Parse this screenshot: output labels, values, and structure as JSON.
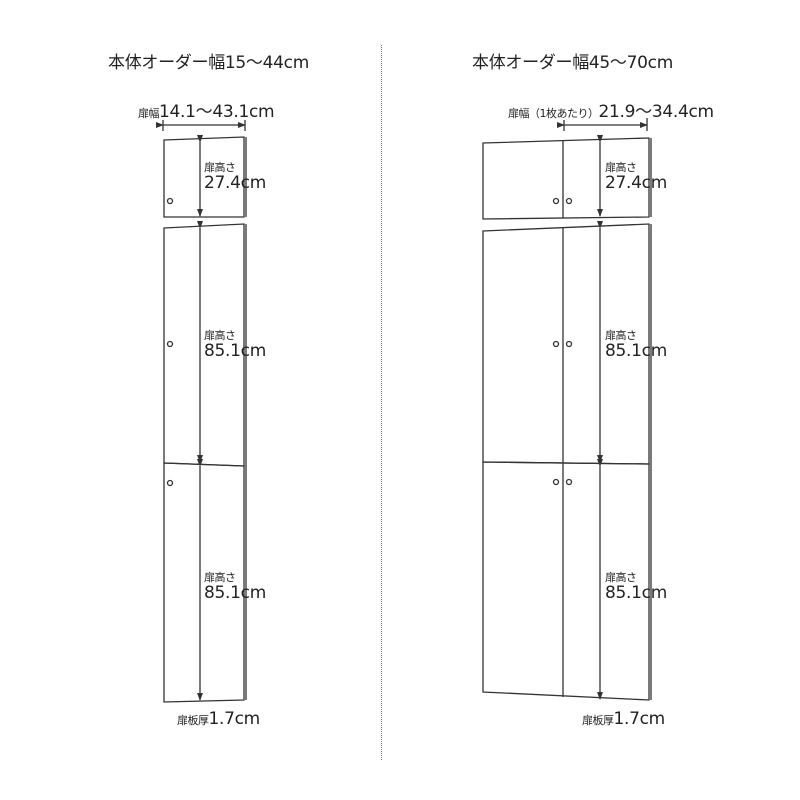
{
  "left": {
    "title": "本体オーダー幅15〜44cm",
    "door_width_label": "扉幅",
    "door_width_value": "14.1〜43.1cm",
    "panels": [
      {
        "label": "扉高さ",
        "value": "27.4cm"
      },
      {
        "label": "扉高さ",
        "value": "85.1cm"
      },
      {
        "label": "扉高さ",
        "value": "85.1cm"
      }
    ],
    "thickness_label": "扉板厚",
    "thickness_value": "1.7cm"
  },
  "right": {
    "title": "本体オーダー幅45〜70cm",
    "door_width_label": "扉幅（1枚あたり）",
    "door_width_value": "21.9〜34.4cm",
    "panels": [
      {
        "label": "扉高さ",
        "value": "27.4cm"
      },
      {
        "label": "扉高さ",
        "value": "85.1cm"
      },
      {
        "label": "扉高さ",
        "value": "85.1cm"
      }
    ],
    "thickness_label": "扉板厚",
    "thickness_value": "1.7cm"
  },
  "colors": {
    "line": "#333333",
    "divider": "#777777"
  }
}
